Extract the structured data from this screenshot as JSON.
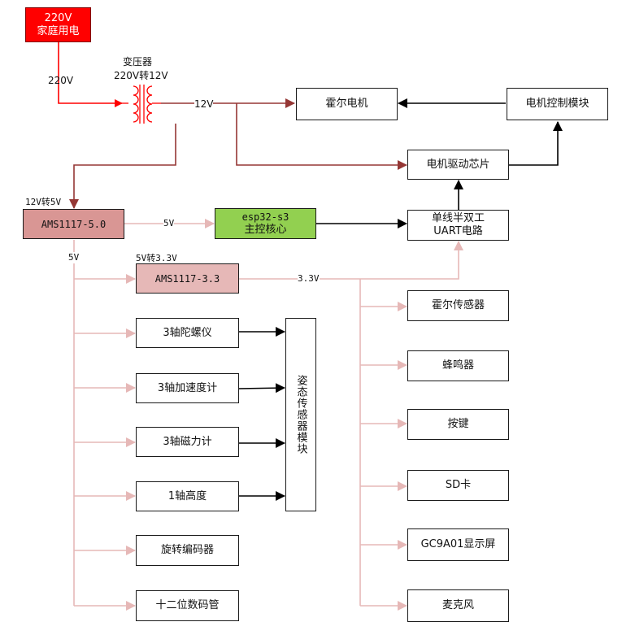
{
  "nodes": {
    "mains": {
      "line1": "220V",
      "line2": "家庭用电",
      "fill": "#ff0000"
    },
    "transformer": {
      "line1": "变压器",
      "line2": "220V转12V"
    },
    "hall_motor": "霍尔电机",
    "motor_ctrl": "电机控制模块",
    "motor_driver": "电机驱动芯片",
    "ams50": {
      "label": "AMS1117-5.0",
      "fill": "#d99694"
    },
    "esp": {
      "line1": "esp32-s3",
      "line2": "主控核心",
      "fill": "#92d050"
    },
    "uart": {
      "line1": "单线半双工",
      "line2": "UART电路"
    },
    "ams33": {
      "label": "AMS1117-3.3",
      "fill": "#e6b8b7"
    },
    "gyro": "3轴陀螺仪",
    "accel": "3轴加速度计",
    "mag": "3轴磁力计",
    "alt": "1轴高度",
    "encoder": "旋转编码器",
    "seg": "十二位数码管",
    "attitude": "姿态传感器模块",
    "hall_sensor": "霍尔传感器",
    "buzzer": "蜂鸣器",
    "key": "按键",
    "sd": "SD卡",
    "display": "GC9A01显示屏",
    "mic": "麦克风"
  },
  "labels": {
    "v220": "220V",
    "v12": "12V",
    "conv12to5": "12V转5V",
    "v5_esp": "5V",
    "v5_bus": "5V",
    "conv5to33": "5V转3.3V",
    "v33": "3.3V"
  },
  "colors": {
    "red_line": "#ff0000",
    "dark_red_line": "#953735",
    "pink_line": "#e6b8b7",
    "black_line": "#000000"
  }
}
